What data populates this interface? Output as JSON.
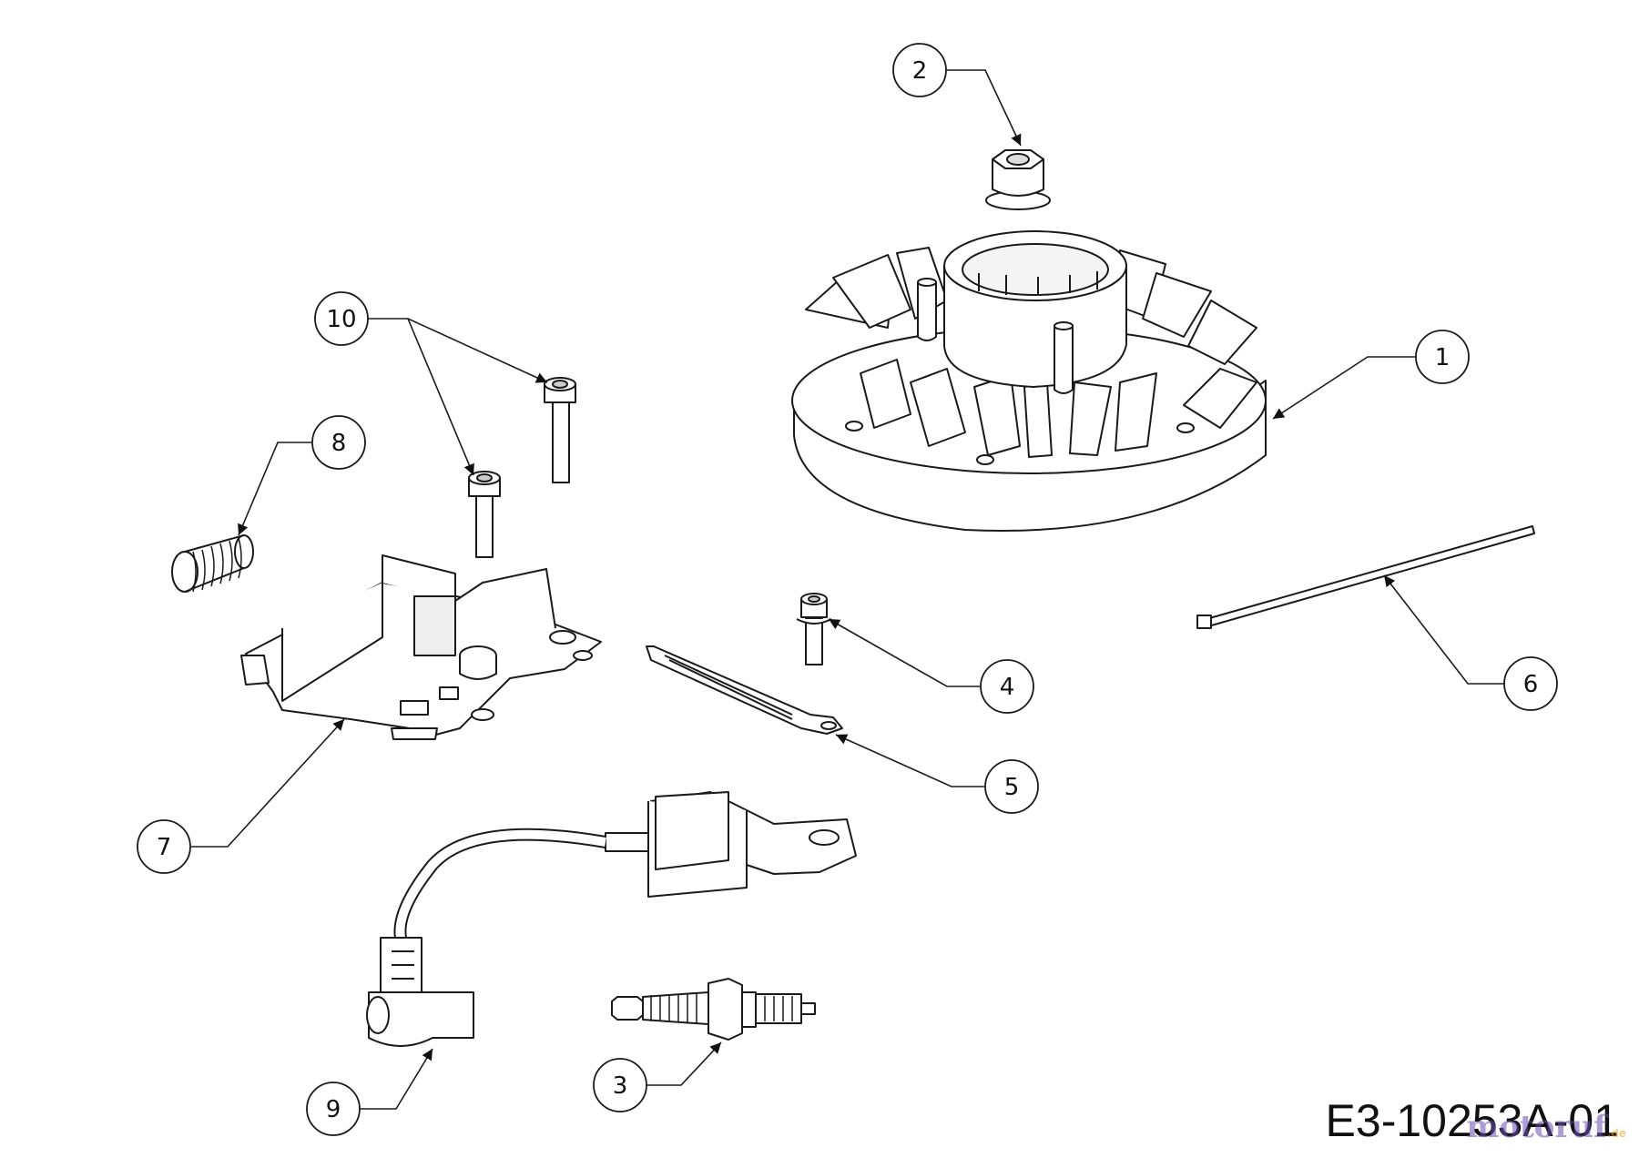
{
  "diagram": {
    "reference_code": "E3-10253A-01",
    "watermark": {
      "brand": "motoruf",
      "suffix": ".de"
    },
    "callouts": [
      {
        "id": "1",
        "label": "1"
      },
      {
        "id": "2",
        "label": "2"
      },
      {
        "id": "3",
        "label": "3"
      },
      {
        "id": "4",
        "label": "4"
      },
      {
        "id": "5",
        "label": "5"
      },
      {
        "id": "6",
        "label": "6"
      },
      {
        "id": "7",
        "label": "7"
      },
      {
        "id": "8",
        "label": "8"
      },
      {
        "id": "9",
        "label": "9"
      },
      {
        "id": "10",
        "label": "10"
      }
    ],
    "parts": [
      {
        "callout": "1",
        "icon": "flywheel-icon"
      },
      {
        "callout": "2",
        "icon": "flange-nut-icon"
      },
      {
        "callout": "3",
        "icon": "spark-plug-icon"
      },
      {
        "callout": "4",
        "icon": "bolt-icon"
      },
      {
        "callout": "5",
        "icon": "ground-strap-icon"
      },
      {
        "callout": "6",
        "icon": "cable-tie-icon"
      },
      {
        "callout": "7",
        "icon": "governor-bracket-icon"
      },
      {
        "callout": "8",
        "icon": "spring-icon"
      },
      {
        "callout": "9",
        "icon": "ignition-coil-icon"
      },
      {
        "callout": "10",
        "icon": "bolt-icon"
      }
    ]
  }
}
